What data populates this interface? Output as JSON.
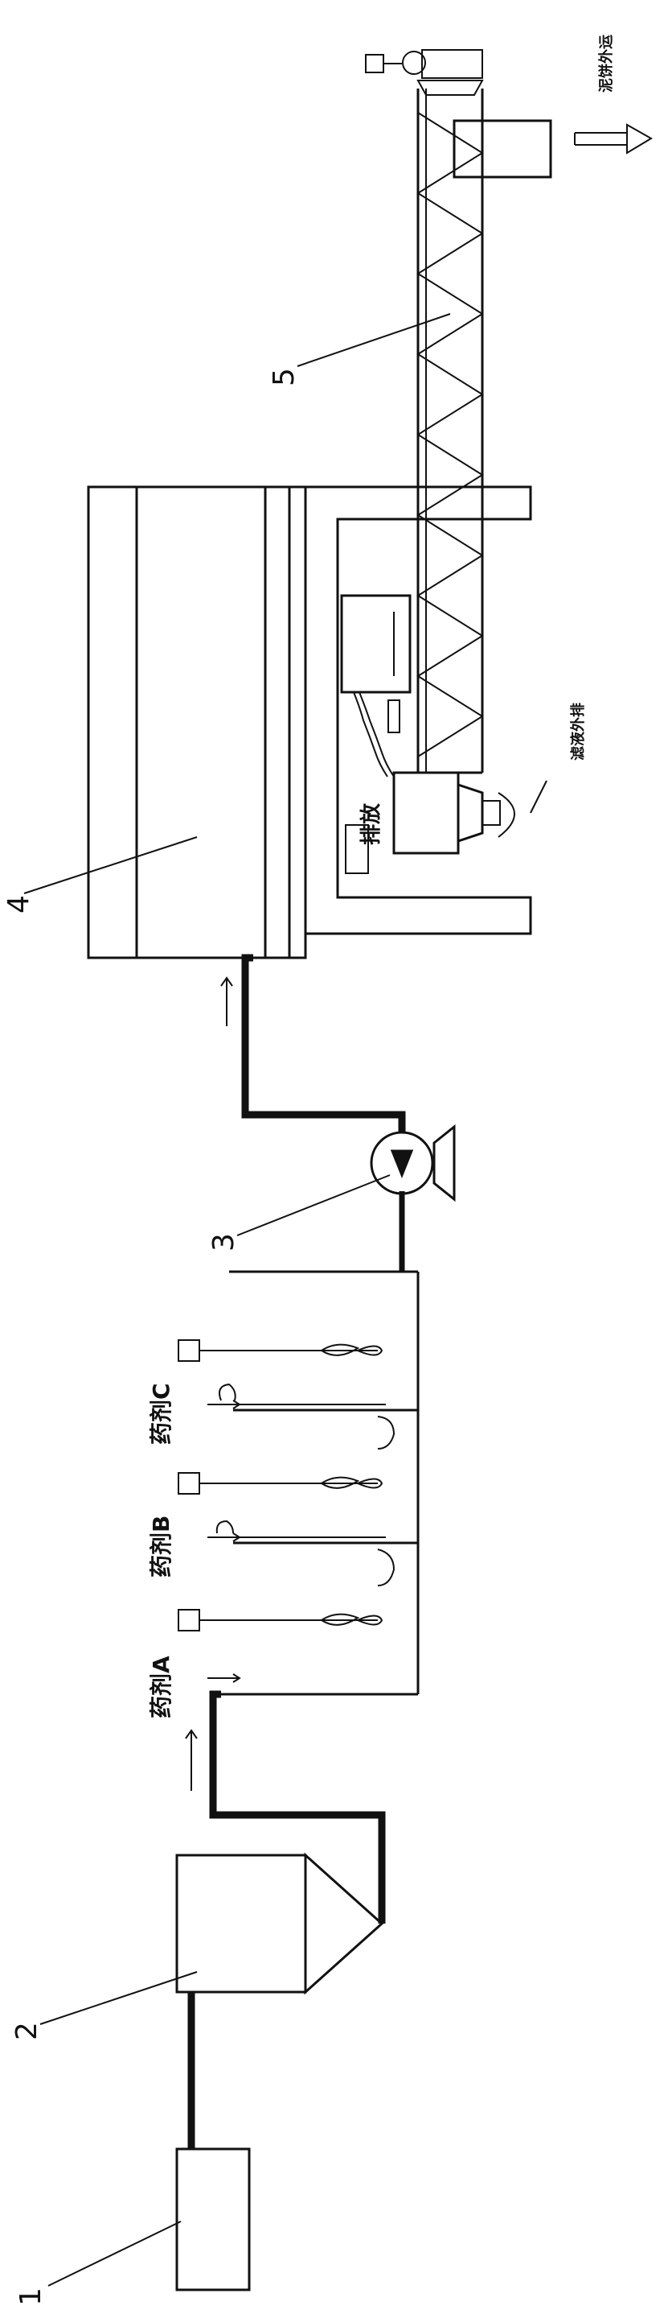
{
  "diagram": {
    "numbers": [
      "1",
      "2",
      "3",
      "4",
      "5"
    ],
    "reagents": [
      "药剂A",
      "药剂B",
      "药剂C"
    ],
    "notes": {
      "discharge": "排放",
      "filtrate_outlet": "滤液外排",
      "cake_outlet": "泥饼外运"
    }
  }
}
